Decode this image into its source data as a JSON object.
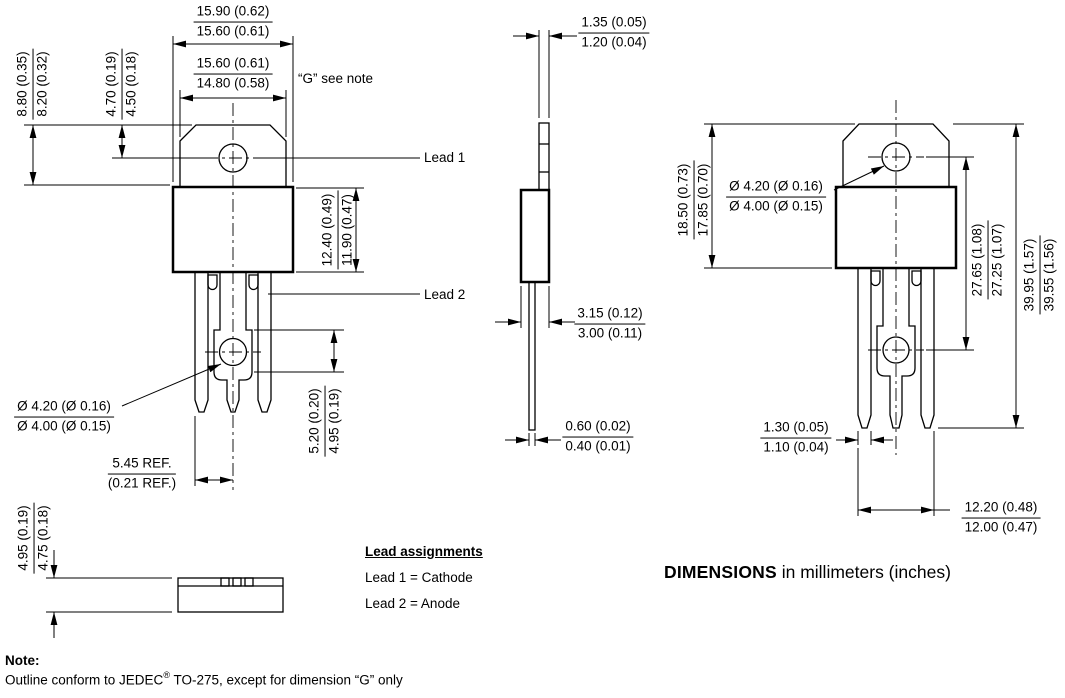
{
  "colors": {
    "ink": "#000000",
    "paper": "#ffffff"
  },
  "annotations": {
    "g_note": "“G” see note",
    "lead1": "Lead 1",
    "lead2": "Lead 2"
  },
  "dims": {
    "front_width_outer": {
      "max": "15.90 (0.62)",
      "min": "15.60 (0.61)"
    },
    "front_width_tab": {
      "max": "15.60 (0.61)",
      "min": "14.80 (0.58)"
    },
    "tab_height": {
      "max": "8.80 (0.35)",
      "min": "8.20 (0.32)"
    },
    "hole_from_top": {
      "max": "4.70 (0.19)",
      "min": "4.50 (0.18)"
    },
    "body_height": {
      "max": "12.40 (0.49)",
      "min": "11.90 (0.47)"
    },
    "lower_hole_dia": {
      "max": "Ø 4.20 (Ø 0.16)",
      "min": "Ø 4.00 (Ø 0.15)"
    },
    "pad_height": {
      "max": "5.20 (0.20)",
      "min": "4.95 (0.19)"
    },
    "center_ref": {
      "max": "5.45 REF.",
      "min": "(0.21 REF.)"
    },
    "profile_height": {
      "max": "4.95 (0.19)",
      "min": "4.75 (0.18)"
    },
    "tab_thickness": {
      "max": "1.35 (0.05)",
      "min": "1.20 (0.04)"
    },
    "body_thickness": {
      "max": "3.15 (0.12)",
      "min": "3.00 (0.11)"
    },
    "lead_thickness": {
      "max": "0.60 (0.02)",
      "min": "0.40 (0.01)"
    },
    "mount_height": {
      "max": "18.50 (0.73)",
      "min": "17.85 (0.70)"
    },
    "upper_hole_dia": {
      "max": "Ø 4.20 (Ø 0.16)",
      "min": "Ø 4.00 (Ø 0.15)"
    },
    "hole_spacing": {
      "max": "27.65 (1.08)",
      "min": "27.25 (1.07)"
    },
    "overall_height": {
      "max": "39.95 (1.57)",
      "min": "39.55 (1.56)"
    },
    "lead_width": {
      "max": "1.30 (0.05)",
      "min": "1.10 (0.04)"
    },
    "lead_span": {
      "max": "12.20 (0.48)",
      "min": "12.00 (0.47)"
    }
  },
  "lead_assignments": {
    "heading": "Lead assignments",
    "lead1": "Lead 1 = Cathode",
    "lead2": "Lead 2 = Anode"
  },
  "title": {
    "bold": "DIMENSIONS",
    "rest": " in millimeters (inches)"
  },
  "note": {
    "label": "Note:",
    "text_pre": "Outline conform to JEDEC",
    "sup": "®",
    "text_post": " TO-275, except for dimension “G” only"
  }
}
